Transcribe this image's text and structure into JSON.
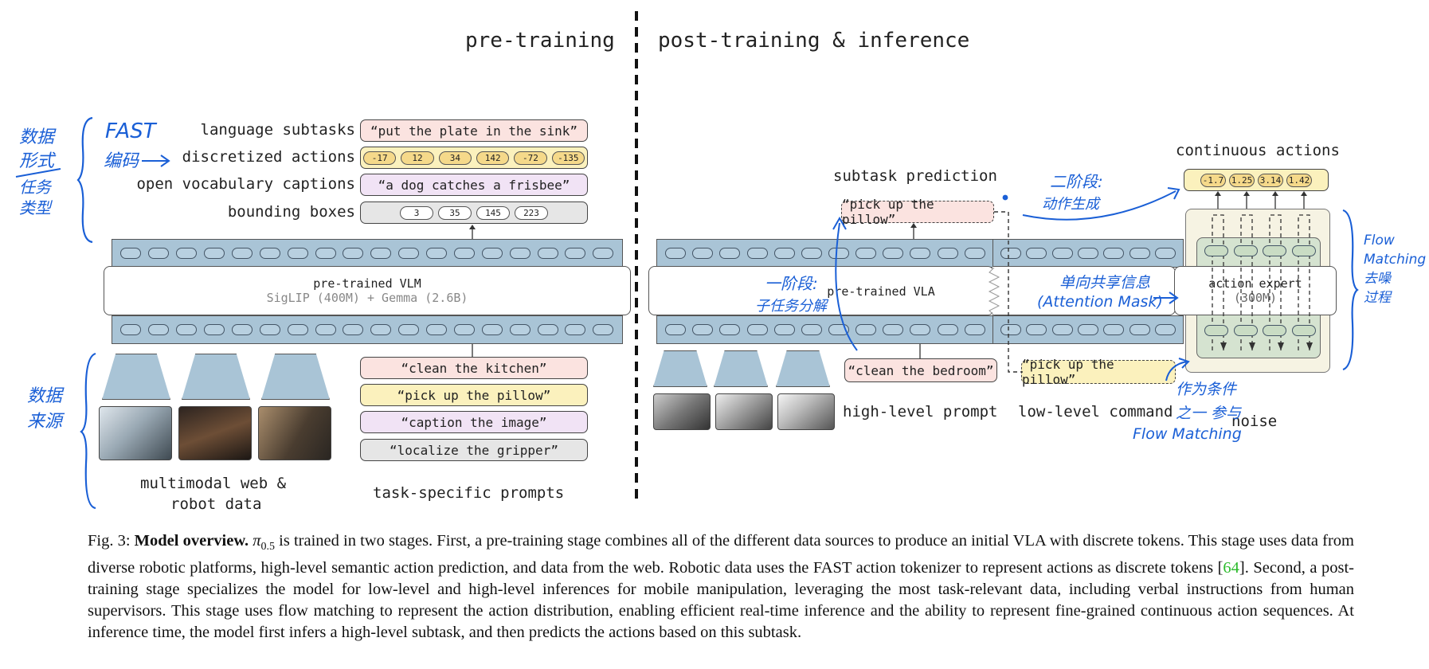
{
  "headers": {
    "pre": "pre-training",
    "post": "post-training & inference"
  },
  "pretrain": {
    "rows": [
      {
        "label": "language subtasks",
        "content": "“put the plate in the sink”"
      },
      {
        "label": "discretized actions",
        "tokens": [
          "-17",
          "12",
          "34",
          "142",
          "-72",
          "-135"
        ]
      },
      {
        "label": "open vocabulary captions",
        "content": "“a dog catches a frisbee”"
      },
      {
        "label": "bounding boxes",
        "tokens": [
          "3",
          "35",
          "145",
          "223"
        ]
      }
    ],
    "vlm_title": "pre-trained VLM",
    "vlm_sub": "SigLIP (400M) + Gemma (2.6B)",
    "prompts": [
      "“clean the kitchen”",
      "“pick up the pillow”",
      "“caption the image”",
      "“localize the gripper”"
    ],
    "data_caption_1": "multimodal web &",
    "data_caption_2": "robot data",
    "prompts_caption": "task-specific prompts"
  },
  "posttrain": {
    "subtask_heading": "subtask prediction",
    "subtask_output": "“pick up the pillow”",
    "vla_label": "pre-trained VLA",
    "high_prompt": "“clean the bedroom”",
    "high_caption": "high-level prompt",
    "low_command": "“pick up the pillow”",
    "low_caption": "low-level command",
    "continuous_heading": "continuous actions",
    "continuous_values": [
      "-1.7",
      "1.25",
      "3.14",
      "1.42"
    ],
    "expert_title": "action expert",
    "expert_sub": "(300M)",
    "noise_label": "noise"
  },
  "annotations": {
    "data_form": "数据\n形式",
    "task_type": "任务\n类型",
    "fast": "FAST",
    "encode": "编码",
    "data_source": "数据\n来源",
    "stage1": "一阶段:",
    "stage1b": "子任务分解",
    "stage2": "二阶段:",
    "stage2b": "动作生成",
    "mask1": "单向共享信息",
    "mask2": "(Attention Mask)",
    "cond1": "作为条件",
    "cond2": "之一 参与",
    "cond3": "Flow Matching",
    "flow": "Flow\nMatching\n去噪\n过程"
  },
  "caption": {
    "fig": "Fig. 3:",
    "bold": "Model overview.",
    "pi": "π",
    "pi_sub": "0.5",
    "text1": " is trained in two stages. First, a pre-training stage combines all of the different data sources to produce an initial VLA with discrete tokens. This stage uses data from diverse robotic platforms, high-level semantic action prediction, and data from the web. Robotic data uses the FAST action tokenizer to represent actions as discrete tokens [",
    "ref": "64",
    "text2": "]. Second, a post-training stage specializes the model for low-level and high-level inferences for mobile manipulation, leveraging the most task-relevant data, including verbal instructions from human supervisors. This stage uses flow matching to represent the action distribution, enabling efficient real-time inference and the ability to represent fine-grained continuous action sequences. At inference time, the model first infers a high-level subtask, and then predicts the actions based on this subtask."
  },
  "colors": {
    "token_blue": "#a9c4d6",
    "subtask_red": "#fbe3e0",
    "action_yellow": "#fbf1bd",
    "caption_purple": "#f1e3f5",
    "bbox_gray": "#e6e6e6",
    "expert_green": "#d5e3d0",
    "handwriting": "#1a5fd6"
  }
}
